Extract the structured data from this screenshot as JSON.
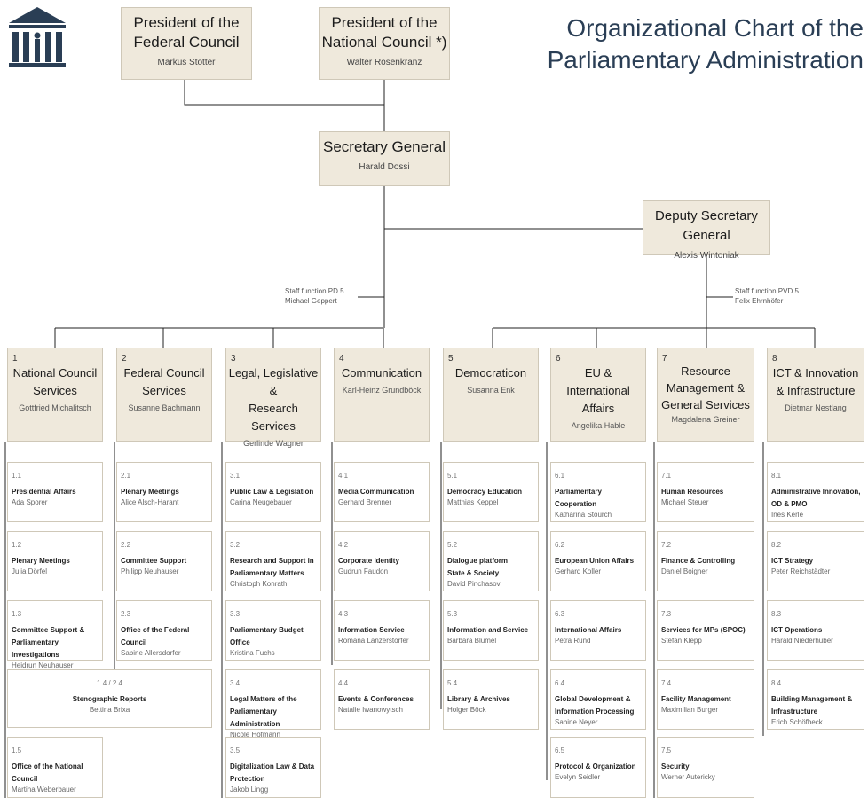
{
  "title": {
    "line1": "Organizational Chart of the",
    "line2": "Parliamentary Administration"
  },
  "colors": {
    "box": "#efe9dc",
    "line": "#222222",
    "title": "#2a3e55",
    "logo": "#2a3e55"
  },
  "logo": {
    "icon": "parliament-columns-icon"
  },
  "president_federal": {
    "title": "President of the\nFederal Council",
    "name": "Markus Stotter"
  },
  "president_national": {
    "title": "President of the\nNational Council *)",
    "name": "Walter Rosenkranz"
  },
  "secretary_general": {
    "title": "Secretary General",
    "name": "Harald Dossi"
  },
  "deputy_secretary_general": {
    "title": "Deputy Secretary General",
    "name": "Alexis Wintoniak"
  },
  "staff_pd5": {
    "role": "Staff function PD.5",
    "name": "Michael Geppert"
  },
  "staff_pvd5": {
    "role": "Staff function PVD.5",
    "name": "Felix Ehrnhöfer"
  },
  "departments": [
    {
      "num": "1",
      "title": "National Council\nServices",
      "name": "Gottfried Michalitsch"
    },
    {
      "num": "2",
      "title": "Federal Council\nServices",
      "name": "Susanne Bachmann"
    },
    {
      "num": "3",
      "title": "Legal, Legislative &\nResearch Services",
      "name": "Gerlinde Wagner"
    },
    {
      "num": "4",
      "title": "Communication",
      "name": "Karl-Heinz Grundböck"
    },
    {
      "num": "5",
      "title": "Democraticon",
      "name": "Susanna Enk"
    },
    {
      "num": "6",
      "title": "EU &\nInternational Affairs",
      "name": "Angelika Hable"
    },
    {
      "num": "7",
      "title": "Resource\nManagement &\nGeneral Services",
      "name": "Magdalena Greiner"
    },
    {
      "num": "8",
      "title": "ICT & Innovation\n& Infrastructure",
      "name": "Dietmar Nestlang"
    }
  ],
  "units": {
    "u11": {
      "num": "1.1",
      "title": "Presidential Affairs",
      "name": "Ada Sporer"
    },
    "u12": {
      "num": "1.2",
      "title": "Plenary Meetings",
      "name": "Julia Dörfel"
    },
    "u13": {
      "num": "1.3",
      "title": "Committee Support &\nParliamentary Investigations",
      "name": "Heidrun Neuhauser"
    },
    "u1424": {
      "num": "1.4 / 2.4",
      "title": "Stenographic Reports",
      "name": "Bettina Brixa"
    },
    "u15": {
      "num": "1.5",
      "title": "Office of the National Council",
      "name": "Martina Weberbauer"
    },
    "u21": {
      "num": "2.1",
      "title": "Plenary Meetings",
      "name": "Alice Alsch-Harant"
    },
    "u22": {
      "num": "2.2",
      "title": "Committee Support",
      "name": "Philipp Neuhauser"
    },
    "u23": {
      "num": "2.3",
      "title": "Office of the Federal Council",
      "name": "Sabine Allersdorfer"
    },
    "u31": {
      "num": "3.1",
      "title": "Public Law & Legislation",
      "name": "Carina Neugebauer"
    },
    "u32": {
      "num": "3.2",
      "title": "Research and Support in\nParliamentary Matters",
      "name": "Christoph Konrath"
    },
    "u33": {
      "num": "3.3",
      "title": "Parliamentary Budget Office",
      "name": "Kristina Fuchs"
    },
    "u34": {
      "num": "3.4",
      "title": "Legal Matters of the\nParliamentary Administration",
      "name": "Nicole Hofmann"
    },
    "u35": {
      "num": "3.5",
      "title": "Digitalization Law & Data\nProtection",
      "name": "Jakob Lingg"
    },
    "u41": {
      "num": "4.1",
      "title": "Media Communication",
      "name": "Gerhard Brenner"
    },
    "u42": {
      "num": "4.2",
      "title": "Corporate Identity",
      "name": "Gudrun Faudon"
    },
    "u43": {
      "num": "4.3",
      "title": "Information Service",
      "name": "Romana Lanzerstorfer"
    },
    "u44": {
      "num": "4.4",
      "title": "Events & Conferences",
      "name": "Natalie Iwanowytsch"
    },
    "u51": {
      "num": "5.1",
      "title": "Democracy Education",
      "name": "Matthias Keppel"
    },
    "u52": {
      "num": "5.2",
      "title": "Dialogue platform\nState & Society",
      "name": "David Pinchasov"
    },
    "u53": {
      "num": "5.3",
      "title": "Information and Service",
      "name": "Barbara Blümel"
    },
    "u54": {
      "num": "5.4",
      "title": "Library & Archives",
      "name": "Holger Böck"
    },
    "u61": {
      "num": "6.1",
      "title": "Parliamentary Cooperation",
      "name": "Katharina Stourch"
    },
    "u62": {
      "num": "6.2",
      "title": "European Union Affairs",
      "name": "Gerhard Koller"
    },
    "u63": {
      "num": "6.3",
      "title": "International Affairs",
      "name": "Petra Rund"
    },
    "u64": {
      "num": "6.4",
      "title": "Global Development &\nInformation Processing",
      "name": "Sabine Neyer"
    },
    "u65": {
      "num": "6.5",
      "title": "Protocol & Organization",
      "name": "Evelyn Seidler"
    },
    "u71": {
      "num": "7.1",
      "title": "Human Resources",
      "name": "Michael Steuer"
    },
    "u72": {
      "num": "7.2",
      "title": "Finance & Controlling",
      "name": "Daniel Boigner"
    },
    "u73": {
      "num": "7.3",
      "title": "Services for MPs (SPOC)",
      "name": "Stefan Klepp"
    },
    "u74": {
      "num": "7.4",
      "title": "Facility Management",
      "name": "Maximilian Burger"
    },
    "u75": {
      "num": "7.5",
      "title": "Security",
      "name": "Werner Autericky"
    },
    "u81": {
      "num": "8.1",
      "title": "Administrative Innovation,\nOD & PMO",
      "name": "Ines Kerle"
    },
    "u82": {
      "num": "8.2",
      "title": "ICT Strategy",
      "name": "Peter Reichstädter"
    },
    "u83": {
      "num": "8.3",
      "title": "ICT Operations",
      "name": "Harald Niederhuber"
    },
    "u84": {
      "num": "8.4",
      "title": "Building Management &\nInfrastructure",
      "name": "Erich Schöfbeck"
    }
  }
}
